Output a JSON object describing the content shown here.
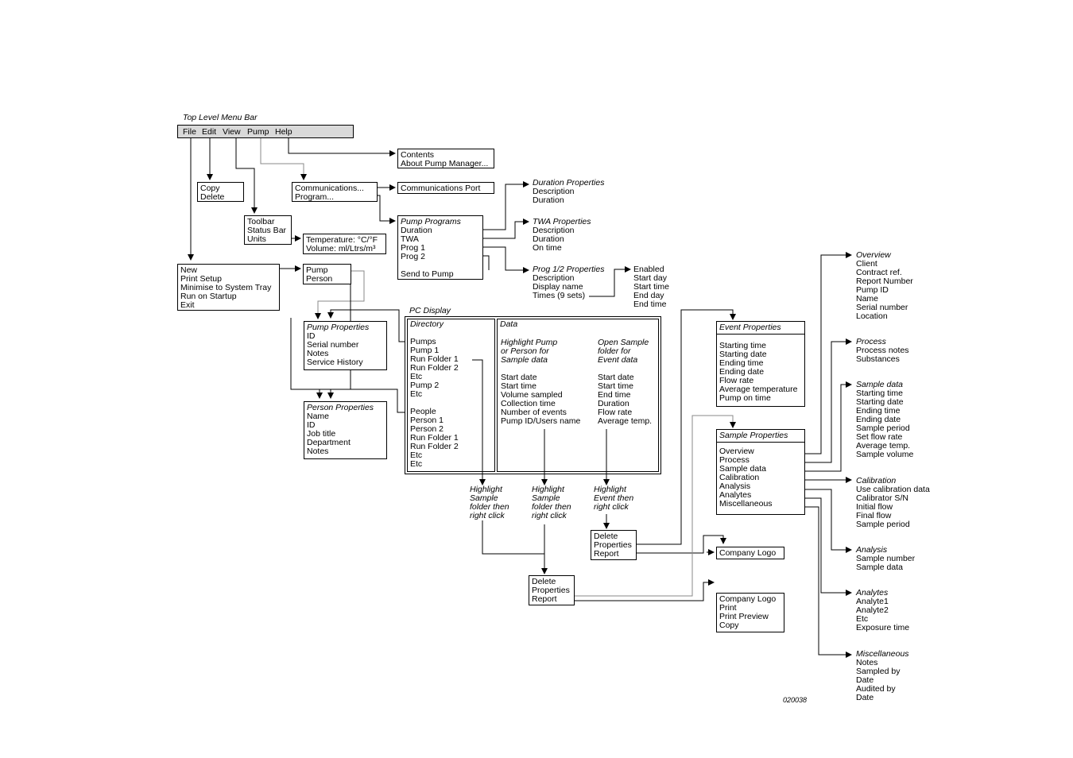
{
  "top_menu": {
    "caption": "Top Level Menu Bar",
    "items": [
      "File",
      "Edit",
      "View",
      "Pump",
      "Help"
    ]
  },
  "help_menu": [
    "Contents",
    "About Pump Manager..."
  ],
  "edit_menu": [
    "Copy",
    "Delete"
  ],
  "view_menu": [
    "Toolbar",
    "Status Bar",
    "Units"
  ],
  "units_menu": {
    "temperature": "Temperature: °C/°F",
    "volume": "Volume: ml/Ltrs/m³"
  },
  "pump_menu": [
    "Communications...",
    "Program..."
  ],
  "comm_submenu": [
    "Communications Port"
  ],
  "file_menu": [
    "New",
    "Print Setup",
    "Minimise to System Tray",
    "Run on Startup",
    "Exit"
  ],
  "new_submenu": [
    "Pump",
    "Person"
  ],
  "pump_programs": {
    "title": "Pump Programs",
    "items": [
      "Duration",
      "TWA",
      "Prog 1",
      "Prog 2",
      "",
      "Send to Pump"
    ]
  },
  "duration_props": {
    "title": "Duration Properties",
    "items": [
      "Description",
      "Duration"
    ]
  },
  "twa_props": {
    "title": "TWA Properties",
    "items": [
      "Description",
      "Duration",
      "On time"
    ]
  },
  "prog_props": {
    "title": "Prog 1/2 Properties",
    "items": [
      "Description",
      "Display name",
      "Times (9 sets)"
    ]
  },
  "times_list": [
    "Enabled",
    "Start day",
    "Start time",
    "End day",
    "End time"
  ],
  "pump_properties": {
    "title": "Pump Properties",
    "items": [
      "ID",
      "Serial number",
      "Notes",
      "Service History"
    ]
  },
  "person_properties": {
    "title": "Person Properties",
    "items": [
      "Name",
      "ID",
      "Job title",
      "Department",
      "Notes"
    ]
  },
  "pc_display": {
    "caption": "PC Display",
    "directory_title": "Directory",
    "directory_items": [
      "Pumps",
      "Pump 1",
      "Run Folder 1",
      "Run Folder 2",
      "Etc",
      "Pump 2",
      "Etc",
      "",
      "People",
      "Person 1",
      "Person 2",
      "Run Folder 1",
      "Run Folder 2",
      "Etc",
      "Etc"
    ],
    "data_title": "Data",
    "col1_head": [
      "Highlight Pump",
      "or Person for",
      "Sample data"
    ],
    "col1_items": [
      "Start date",
      "Start time",
      "Volume sampled",
      "Collection time",
      "Number of events",
      "Pump ID/Users name"
    ],
    "col2_head": [
      "Open Sample",
      "folder for",
      "Event data"
    ],
    "col2_items": [
      "Start date",
      "Start time",
      "End time",
      "Duration",
      "Flow rate",
      "Average temp."
    ]
  },
  "notes": {
    "note1": [
      "Highlight",
      "Sample",
      "folder then",
      "right click"
    ],
    "note2": [
      "Highlight",
      "Sample",
      "folder then",
      "right click"
    ],
    "note3": [
      "Highlight",
      "Event then",
      "right click"
    ]
  },
  "context_event": [
    "Delete",
    "Properties",
    "Report"
  ],
  "context_sample": [
    "Delete",
    "Properties",
    "Report"
  ],
  "company_logo_1": [
    "Company Logo"
  ],
  "company_logo_2": [
    "Company Logo",
    "Print",
    "Print Preview",
    "Copy"
  ],
  "event_properties": {
    "title": "Event Properties",
    "items": [
      "Starting time",
      "Starting date",
      "Ending time",
      "Ending date",
      "Flow rate",
      "Average temperature",
      "Pump on time"
    ]
  },
  "sample_properties": {
    "title": "Sample Properties",
    "items": [
      "Overview",
      "Process",
      "Sample data",
      "Calibration",
      "Analysis",
      "Analytes",
      "Miscellaneous"
    ]
  },
  "overview": {
    "title": "Overview",
    "items": [
      "Client",
      "Contract ref.",
      "Report Number",
      "Pump ID",
      "Name",
      "Serial number",
      "Location"
    ]
  },
  "process": {
    "title": "Process",
    "items": [
      "Process notes",
      "Substances"
    ]
  },
  "sample_data": {
    "title": "Sample data",
    "items": [
      "Starting time",
      "Starting date",
      "Ending time",
      "Ending date",
      "Sample period",
      "Set flow rate",
      "Average temp.",
      "Sample volume"
    ]
  },
  "calibration": {
    "title": "Calibration",
    "items": [
      "Use calibration data",
      "Calibrator S/N",
      "Initial flow",
      "Final flow",
      "Sample period"
    ]
  },
  "analysis": {
    "title": "Analysis",
    "items": [
      "Sample number",
      "Sample data"
    ]
  },
  "analytes": {
    "title": "Analytes",
    "items": [
      "Analyte1",
      "Analyte2",
      "Etc",
      "Exposure time"
    ]
  },
  "miscellaneous": {
    "title": "Miscellaneous",
    "items": [
      "Notes",
      "Sampled by",
      "Date",
      "Audited by",
      "Date"
    ]
  },
  "figure_code": "020038"
}
